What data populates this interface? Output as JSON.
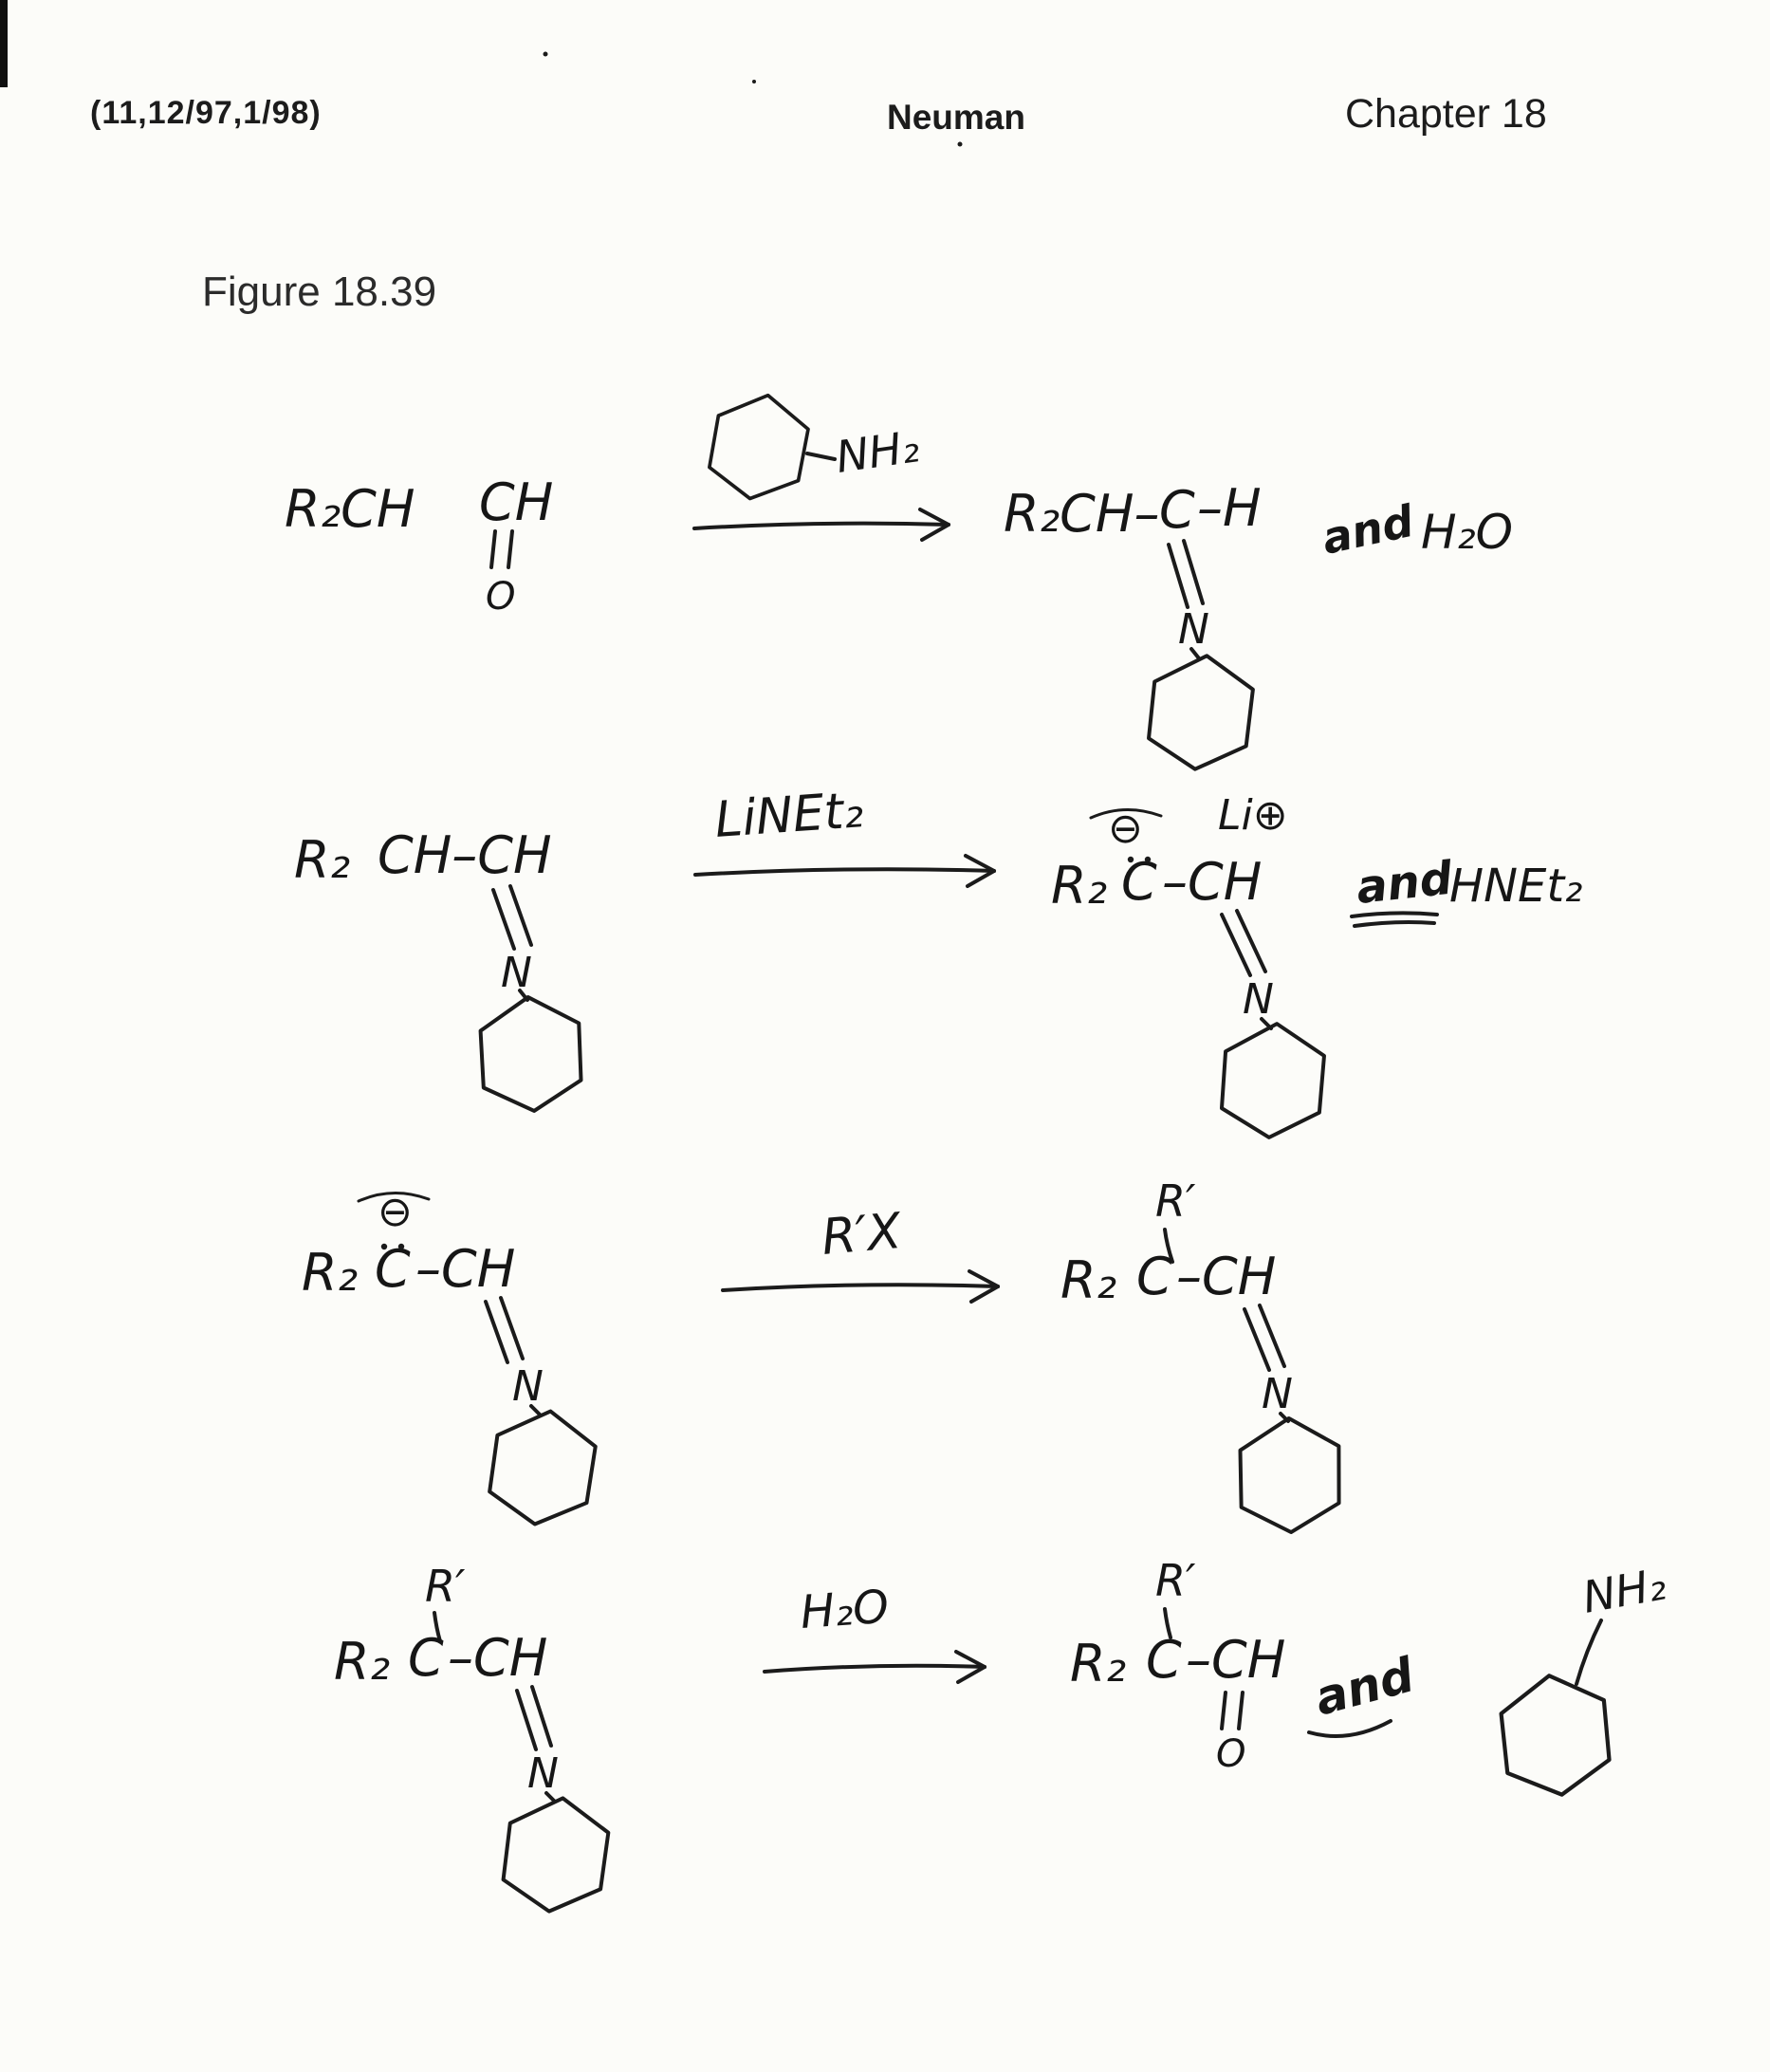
{
  "header": {
    "left": "(11,12/97,1/98)",
    "center": "Neuman",
    "right": "Chapter 18"
  },
  "figure": {
    "label": "Figure 18.39"
  },
  "reactions": [
    {
      "reactant": {
        "group1": "R₂CH",
        "group2": "CH",
        "oxygen": "O"
      },
      "reagent": {
        "amine_label": "NH₂"
      },
      "product": {
        "chain": "R₂CH–",
        "carbon": "C",
        "hydrogen": "–H",
        "nitrogen": "N"
      },
      "byproduct": {
        "and": "and",
        "water": "H₂O"
      }
    },
    {
      "reactant": {
        "group1": "R₂",
        "chain": "CH–CH",
        "nitrogen": "N"
      },
      "reagent": {
        "label": "LiNEt₂"
      },
      "product": {
        "charge": "⊖",
        "lithium": "Li⊕",
        "group1": "R₂",
        "carbon": "C",
        "chain": "–CH",
        "nitrogen": "N"
      },
      "byproduct": {
        "and": "and",
        "amine": "HNEt₂"
      }
    },
    {
      "reactant": {
        "charge": "⊖",
        "group1": "R₂",
        "carbon": "C",
        "chain": "–CH",
        "nitrogen": "N"
      },
      "reagent": {
        "label": "R′X"
      },
      "product": {
        "rprime": "R′",
        "group1": "R₂",
        "carbon": "C",
        "chain": "–CH",
        "nitrogen": "N"
      }
    },
    {
      "reactant": {
        "rprime": "R′",
        "group1": "R₂",
        "carbon": "C",
        "chain": "–CH",
        "nitrogen": "N"
      },
      "reagent": {
        "label": "H₂O"
      },
      "product": {
        "rprime": "R′",
        "group1": "R₂",
        "carbon": "C",
        "chain": "–CH",
        "oxygen": "O"
      },
      "byproduct": {
        "and": "and",
        "amine": "NH₂"
      }
    }
  ]
}
